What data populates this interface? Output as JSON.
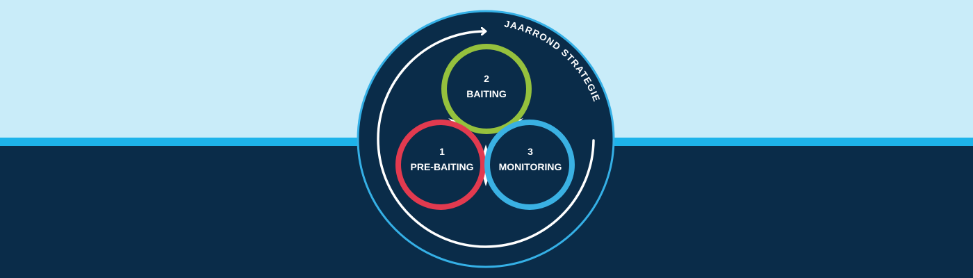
{
  "colors": {
    "background_top": "#c9ecf9",
    "stripe": "#1db3ea",
    "background_bottom": "#0a2c49",
    "disc_fill": "#0a2c49",
    "disc_border": "#35b0e6",
    "arrow": "#ffffff",
    "baiting_ring": "#95c13d",
    "pre_baiting_ring": "#e23a4f",
    "monitoring_ring": "#3ab1e3",
    "text": "#ffffff"
  },
  "cycle": {
    "label": "JAARROND STRATEGIE",
    "icon": "cycle-arrow-icon"
  },
  "steps": [
    {
      "number": "1",
      "label": "PRE-BAITING"
    },
    {
      "number": "2",
      "label": "BAITING"
    },
    {
      "number": "3",
      "label": "MONITORING"
    }
  ]
}
